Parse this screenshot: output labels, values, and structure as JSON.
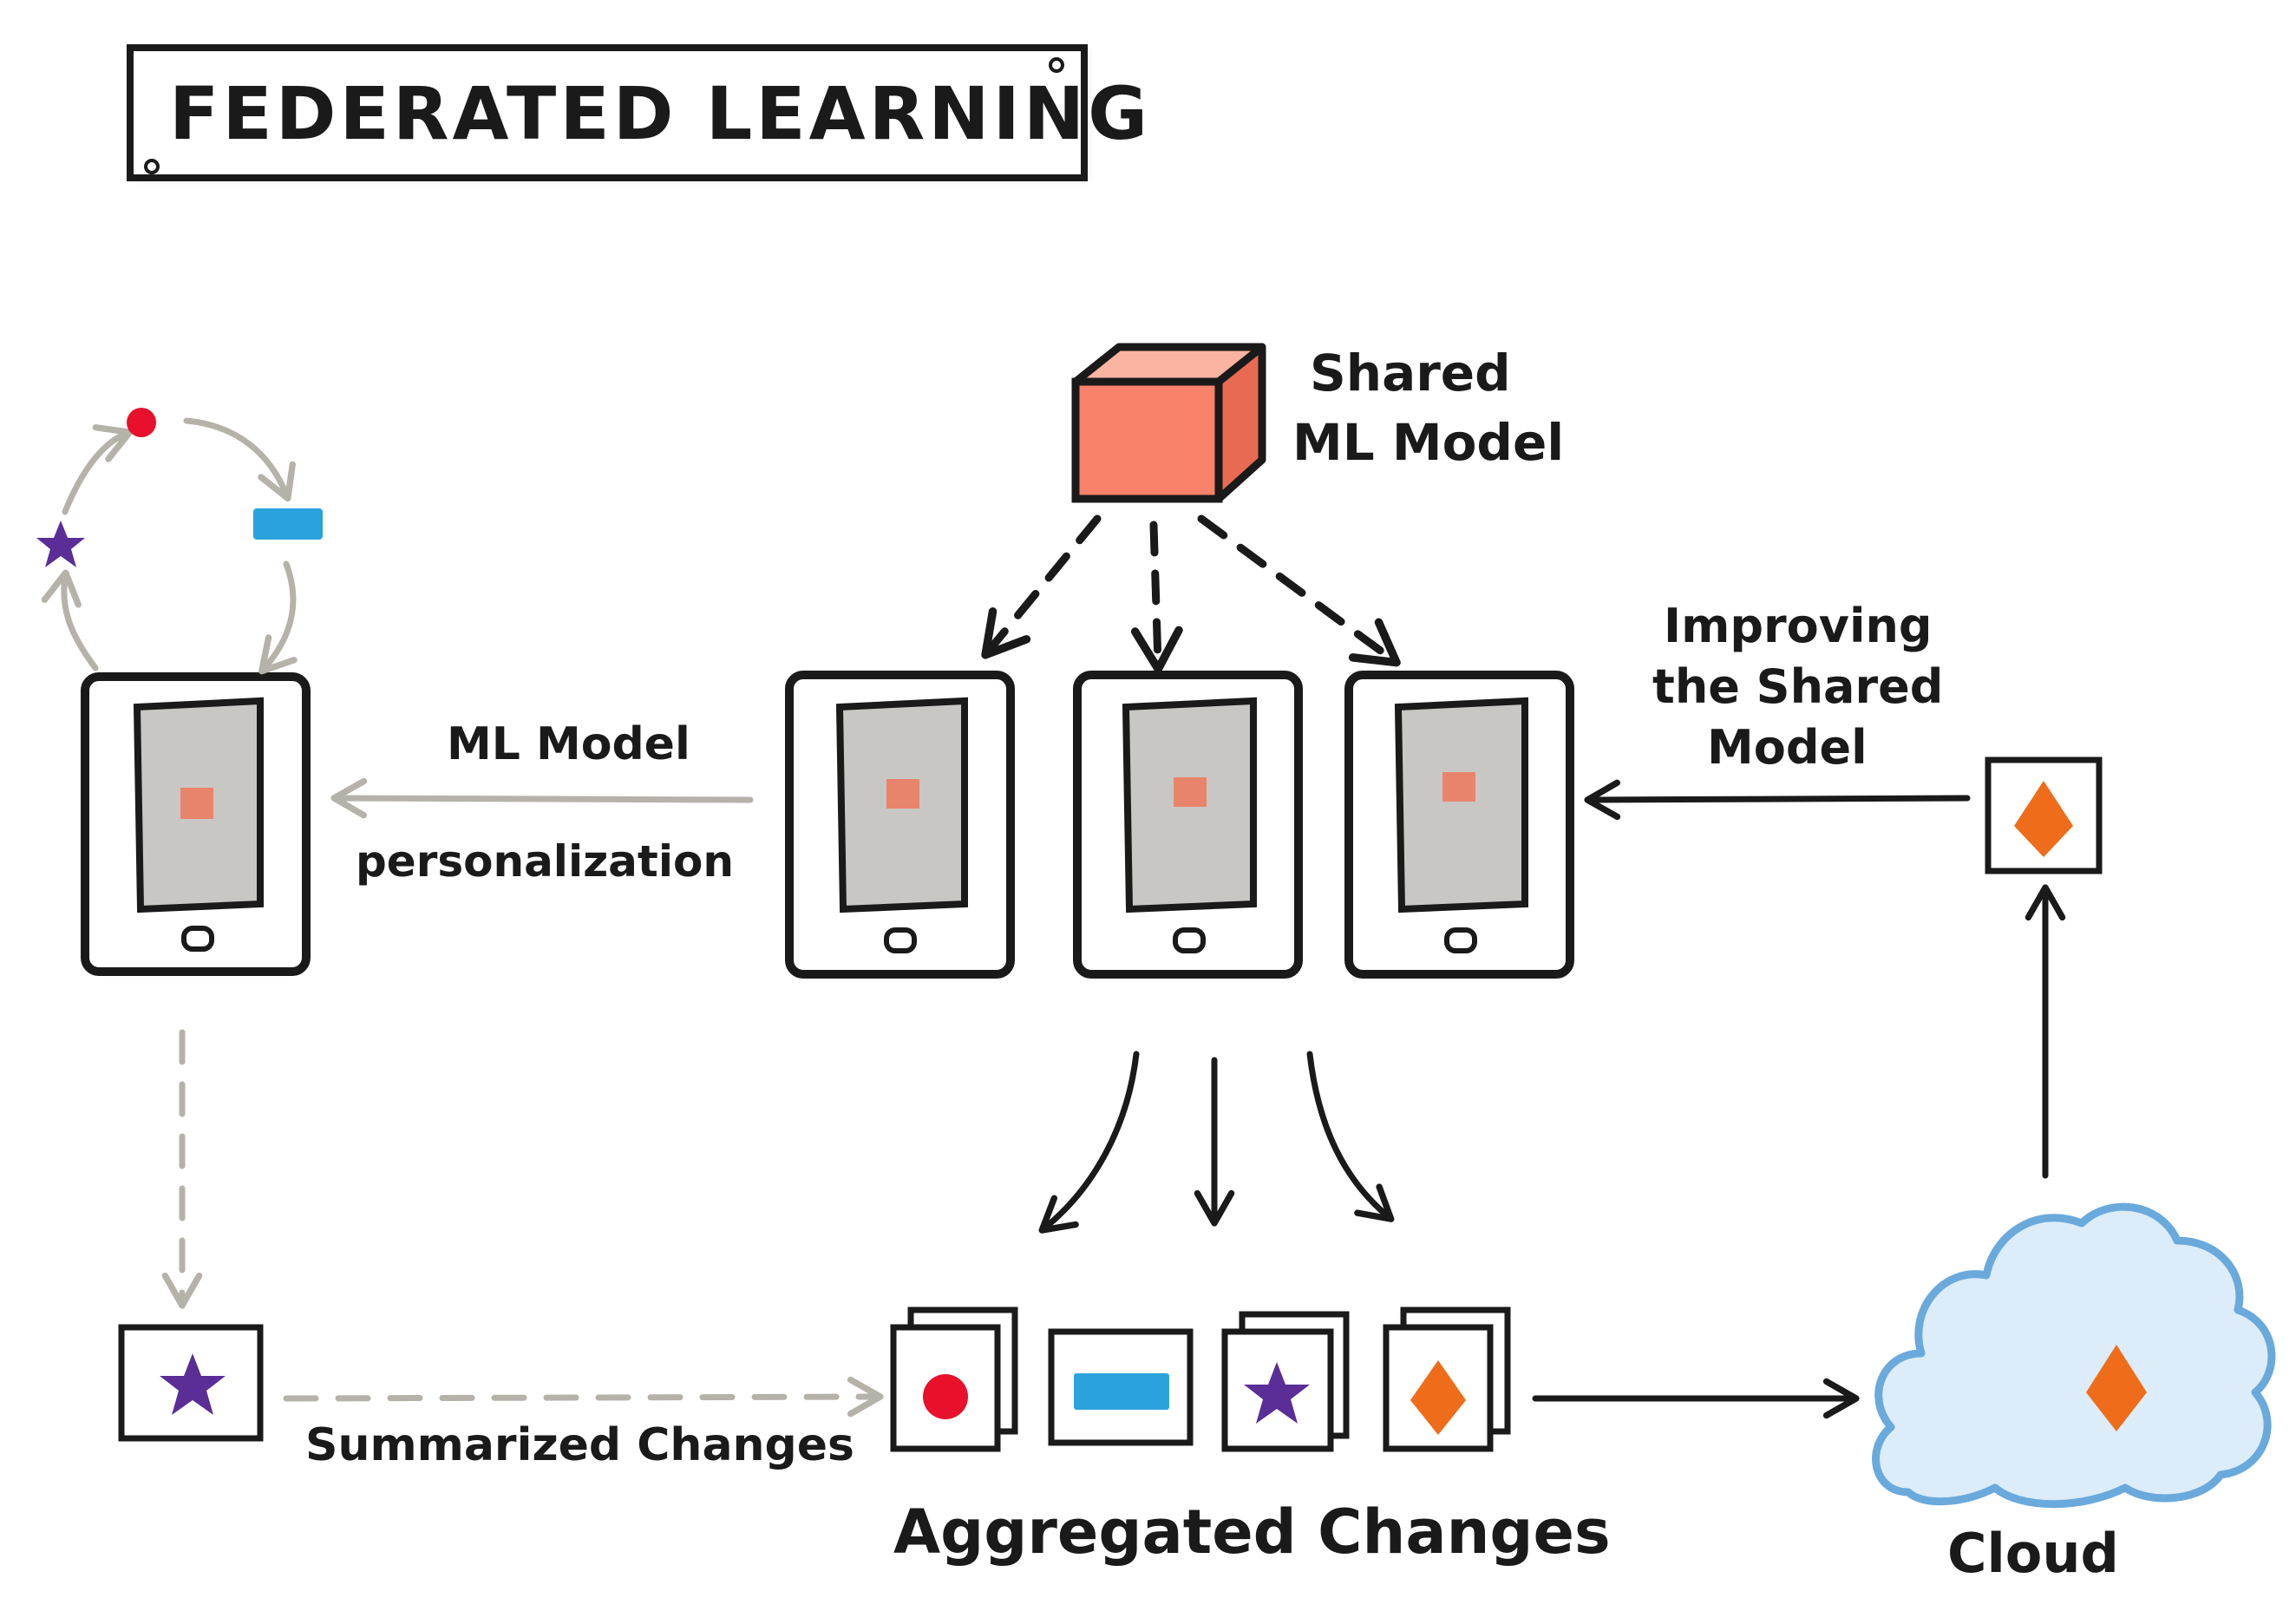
{
  "title": "FEDERATED LEARNING",
  "labels": {
    "shared_model_line1": "Shared",
    "shared_model_line2": "ML Model",
    "ml_model": "ML Model",
    "personalization": "personalization",
    "improving_line1": "Improving",
    "improving_line2": "the Shared",
    "improving_line3": "Model",
    "summarized_changes": "Summarized Changes",
    "aggregated_changes": "Aggregated Changes",
    "cloud": "Cloud"
  },
  "colors": {
    "model_box": "#f8836a",
    "model_chip": "#e9846c",
    "red_dot": "#e8102b",
    "blue_bar": "#2aa3dd",
    "purple_star": "#5a2d97",
    "orange_diamond": "#ef6d1a",
    "cloud_fill": "#dcecf8",
    "cloud_stroke": "#6aa9dc",
    "grey_arrow": "#b5b2aa"
  },
  "icons": [
    "red-dot-icon",
    "blue-bar-icon",
    "purple-star-icon",
    "orange-diamond-icon",
    "cloud-icon",
    "phone-icon",
    "cube-icon"
  ]
}
